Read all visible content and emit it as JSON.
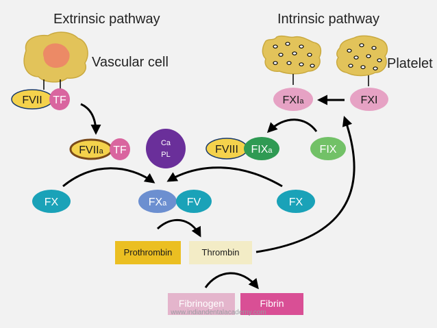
{
  "headings": {
    "extrinsic": "Extrinsic pathway",
    "intrinsic": "Intrinsic pathway",
    "vascular_cell": "Vascular cell",
    "platelet": "Platelet"
  },
  "factors": {
    "fvii": "FVII",
    "tf_top": "TF",
    "fviia_base": "FVII",
    "fviia_sub": "a",
    "tf_mid": "TF",
    "ca_pl_line1": "Ca",
    "ca_pl_line2": "PL",
    "fxia_base": "FXI",
    "fxia_sub": "a",
    "fxi": "FXI",
    "fviii": "FVIII",
    "fixa_base": "FIX",
    "fixa_sub": "a",
    "fix": "FIX",
    "fx_left": "FX",
    "fxa_base": "FX",
    "fxa_sub": "a",
    "fv": "FV",
    "fx_right": "FX",
    "prothrombin": "Prothrombin",
    "thrombin": "Thrombin",
    "fibrinogen": "Fibrinogen",
    "fibrin": "Fibrin"
  },
  "footer": "www.indiandentalacademy.com",
  "colors": {
    "background": "#f2f2f2",
    "cell_body": "#e2c35a",
    "nucleus": "#ec8a66",
    "fvii_yellow": "#f4d24c",
    "tf_pink": "#d9659f",
    "ca_pl_purple": "#6a2f9a",
    "fxi_pink": "#e6a2c4",
    "fix_green": "#72c167",
    "fixa_green": "#2f9a53",
    "teal": "#1aa2b8",
    "fxa_blue": "#6c8fd0",
    "prothrombin": "#ebbf22",
    "thrombin": "#f3ecc6",
    "fibrinogen": "#e4b5cc",
    "fibrin": "#d94f95"
  }
}
